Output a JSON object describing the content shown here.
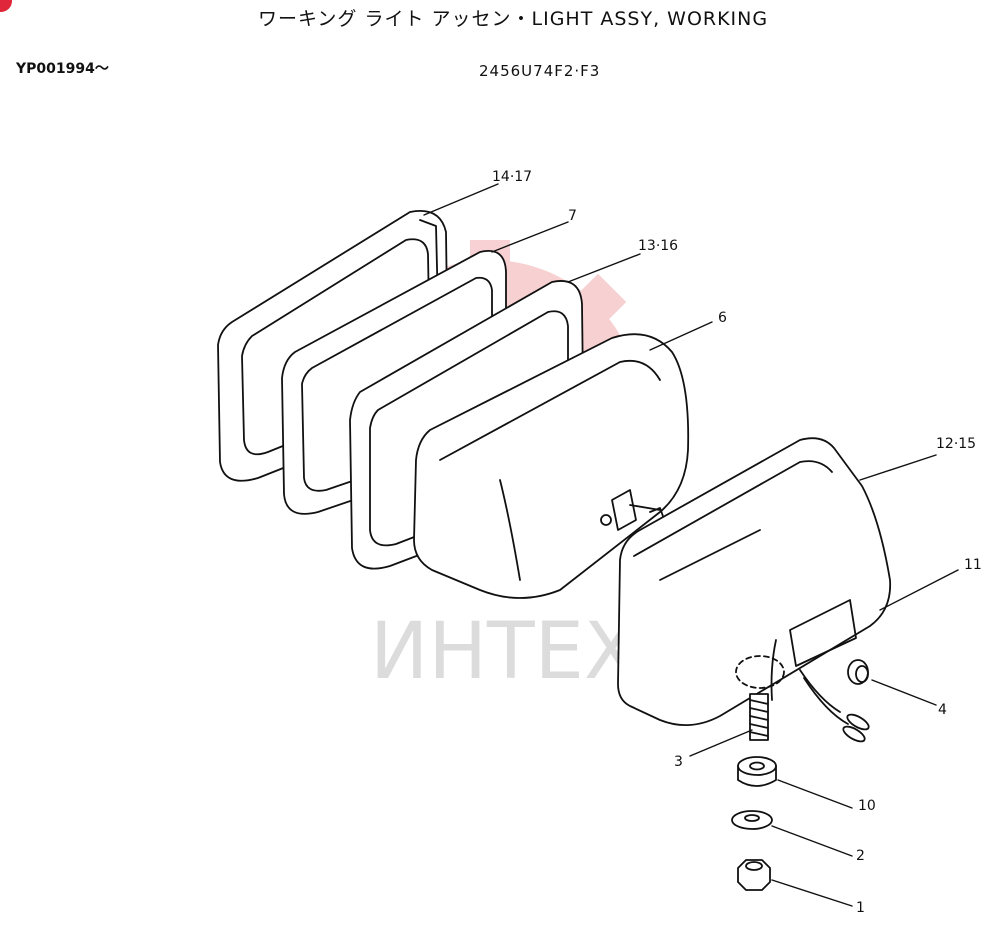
{
  "header": {
    "title": "ワーキング ライト アッセン・LIGHT ASSY, WORKING",
    "serial_range": "YP001994～",
    "part_number": "2456U74F2·F3"
  },
  "watermark": {
    "text": "ИНТЕХ",
    "color": "#f4c6c8"
  },
  "callouts": {
    "c14_17": "14·17",
    "c7": "7",
    "c13_16": "13·16",
    "c6": "6",
    "c12_15": "12·15",
    "c11": "11",
    "c4": "4",
    "c3": "3",
    "c10": "10",
    "c2": "2",
    "c1": "1"
  },
  "colors": {
    "line": "#111111",
    "accent": "#e0263a"
  }
}
